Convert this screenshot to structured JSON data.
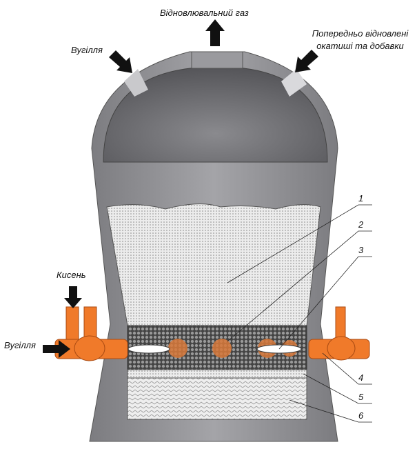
{
  "labels": {
    "gas_out": "Відновлювальний газ",
    "coal_top": "Вугілля",
    "pellets_line1": "Попередньо відновлені",
    "pellets_line2": "окатиші та добавки",
    "oxygen": "Кисень",
    "coal_side": "Вугілля"
  },
  "callouts": [
    "1",
    "2",
    "3",
    "4",
    "5",
    "6"
  ],
  "colors": {
    "shell": "#8c8c90",
    "dome": "#6f6f73",
    "pipe": "#f07a2a",
    "bed": "#e4e4e4",
    "arrow": "#111111"
  }
}
